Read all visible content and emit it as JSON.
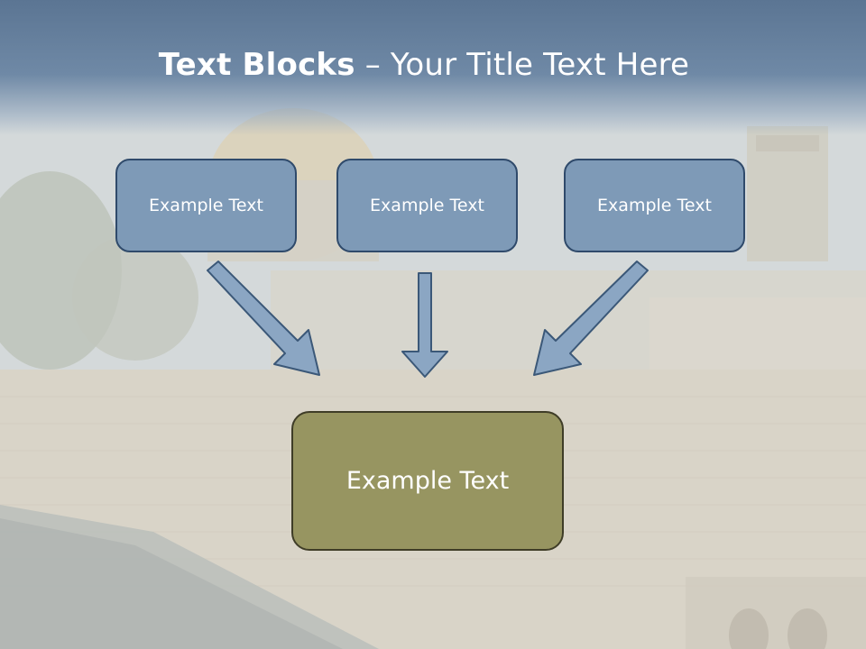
{
  "slide": {
    "title_bold": "Text Blocks",
    "title_dash": " – ",
    "title_rest": "Your Title Text Here"
  },
  "blocks": [
    {
      "label": "Example Text"
    },
    {
      "label": "Example Text"
    },
    {
      "label": "Example Text"
    }
  ],
  "target_block": {
    "label": "Example Text"
  },
  "colors": {
    "title_band": "#5b7593",
    "block_fill": "#7e9ab7",
    "block_border": "#2f4a6b",
    "target_fill": "#979561",
    "target_border": "#3f3d27",
    "arrow_fill": "#8ba6c3",
    "arrow_stroke": "#3b5878"
  },
  "background": {
    "icon": "old-city-wall-photo"
  }
}
